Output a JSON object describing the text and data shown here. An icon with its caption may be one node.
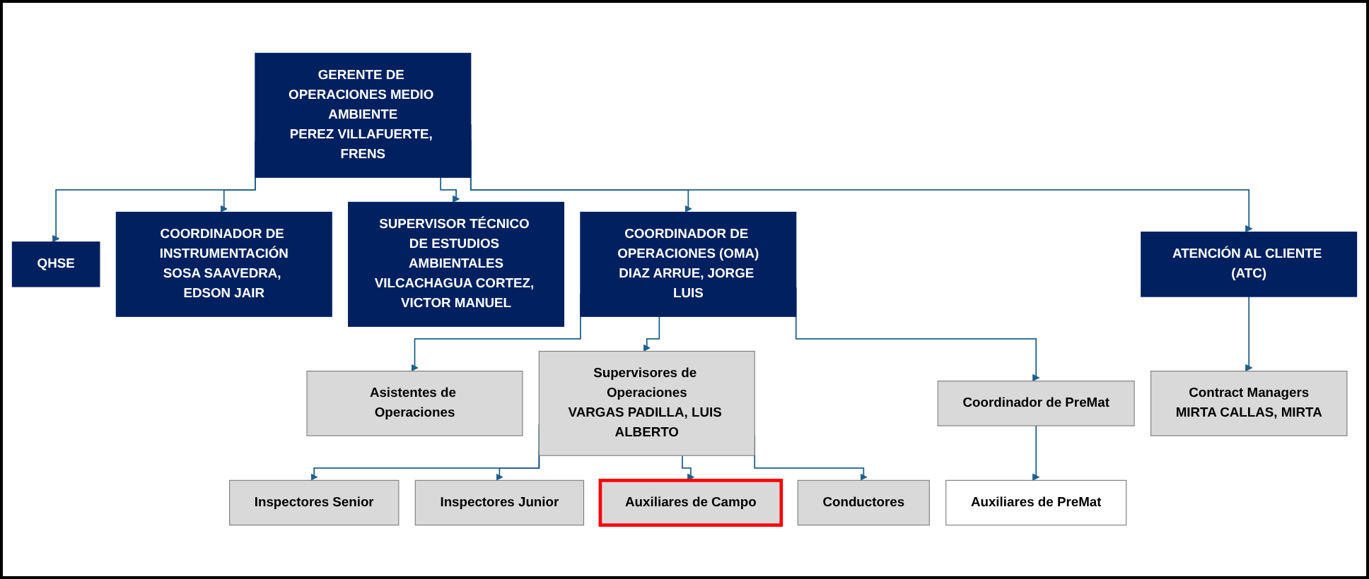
{
  "diagram": {
    "nodes": [
      {
        "text": [
          "GERENTE DE OPERACIONES MEDIO AMBIENTE",
          "PEREZ VILLAFUERTE, FRENS"
        ]
      },
      {
        "text": [
          "QHSE"
        ]
      },
      {
        "text": [
          "COORDINADOR DE INSTRUMENTACIÓN",
          "SOSA SAAVEDRA, EDSON JAIR"
        ]
      },
      {
        "text": [
          "SUPERVISOR TÉCNICO DE ESTUDIOS AMBIENTALES",
          "VILCACHAGUA CORTEZ, VICTOR MANUEL"
        ]
      },
      {
        "text": [
          "COORDINADOR DE OPERACIONES (OMA)",
          "DIAZ ARRUE, JORGE LUIS"
        ]
      },
      {
        "text": [
          "ATENCIÓN AL CLIENTE (ATC)"
        ]
      },
      {
        "text": [
          "Asistentes de Operaciones"
        ]
      },
      {
        "text": [
          "Supervisores de Operaciones",
          "VARGAS PADILLA, LUIS ALBERTO"
        ]
      },
      {
        "text": [
          "Coordinador de PreMat"
        ]
      },
      {
        "text": [
          "Contract Managers",
          "MIRTA CALLAS, MIRTA"
        ]
      },
      {
        "text": [
          "Auxiliares de PreMat"
        ]
      },
      {
        "text": [
          "Inspectores Senior"
        ]
      },
      {
        "text": [
          "Inspectores Junior"
        ]
      },
      {
        "text": [
          "Auxiliares de Campo"
        ]
      },
      {
        "text": [
          "Conductores"
        ]
      }
    ],
    "edges": [
      {
        "from": 0,
        "to": 1,
        "arrow": "to"
      },
      {
        "from": 0,
        "to": 2,
        "arrow": "to"
      },
      {
        "from": 0,
        "to": 3,
        "arrow": "to"
      },
      {
        "from": 0,
        "to": 4,
        "arrow": "to"
      },
      {
        "from": 0,
        "to": 5,
        "arrow": "to"
      },
      {
        "from": 4,
        "to": 6,
        "arrow": "to"
      },
      {
        "from": 4,
        "to": 7,
        "arrow": "to"
      },
      {
        "from": 4,
        "to": 8,
        "arrow": "to"
      },
      {
        "from": 5,
        "to": 9,
        "arrow": "to"
      },
      {
        "from": 8,
        "to": 10,
        "arrow": "to"
      },
      {
        "from": 7,
        "to": 11,
        "arrow": "to"
      },
      {
        "from": 7,
        "to": 12,
        "arrow": "to"
      },
      {
        "from": 7,
        "to": 13,
        "arrow": "to"
      },
      {
        "from": 7,
        "to": 14,
        "arrow": "to"
      }
    ]
  }
}
